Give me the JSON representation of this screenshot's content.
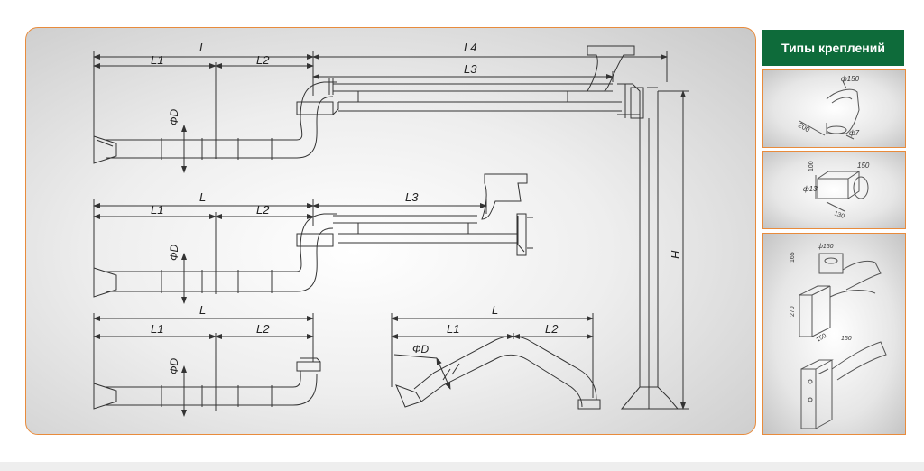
{
  "sidebar": {
    "title": "Типы креплений",
    "mount_1": {
      "d1": "ф150",
      "d2": "ф7",
      "w": "200"
    },
    "mount_2": {
      "d1": "150",
      "d2": "ф13",
      "w1": "100",
      "w2": "130"
    },
    "mount_3": {
      "a": "ф150",
      "b": "165",
      "c": "270",
      "d": "150",
      "e": "150"
    }
  },
  "drawing_1": {
    "L": "L",
    "L1": "L1",
    "L2": "L2",
    "L3": "L3",
    "L4": "L4",
    "D": "ФD",
    "H": "H"
  },
  "drawing_2": {
    "L": "L",
    "L1": "L1",
    "L2": "L2",
    "L3": "L3",
    "D": "ФD"
  },
  "drawing_3": {
    "L": "L",
    "L1": "L1",
    "L2": "L2",
    "D": "ФD"
  },
  "drawing_4": {
    "L": "L",
    "L1": "L1",
    "L2": "L2",
    "D": "ФD"
  }
}
